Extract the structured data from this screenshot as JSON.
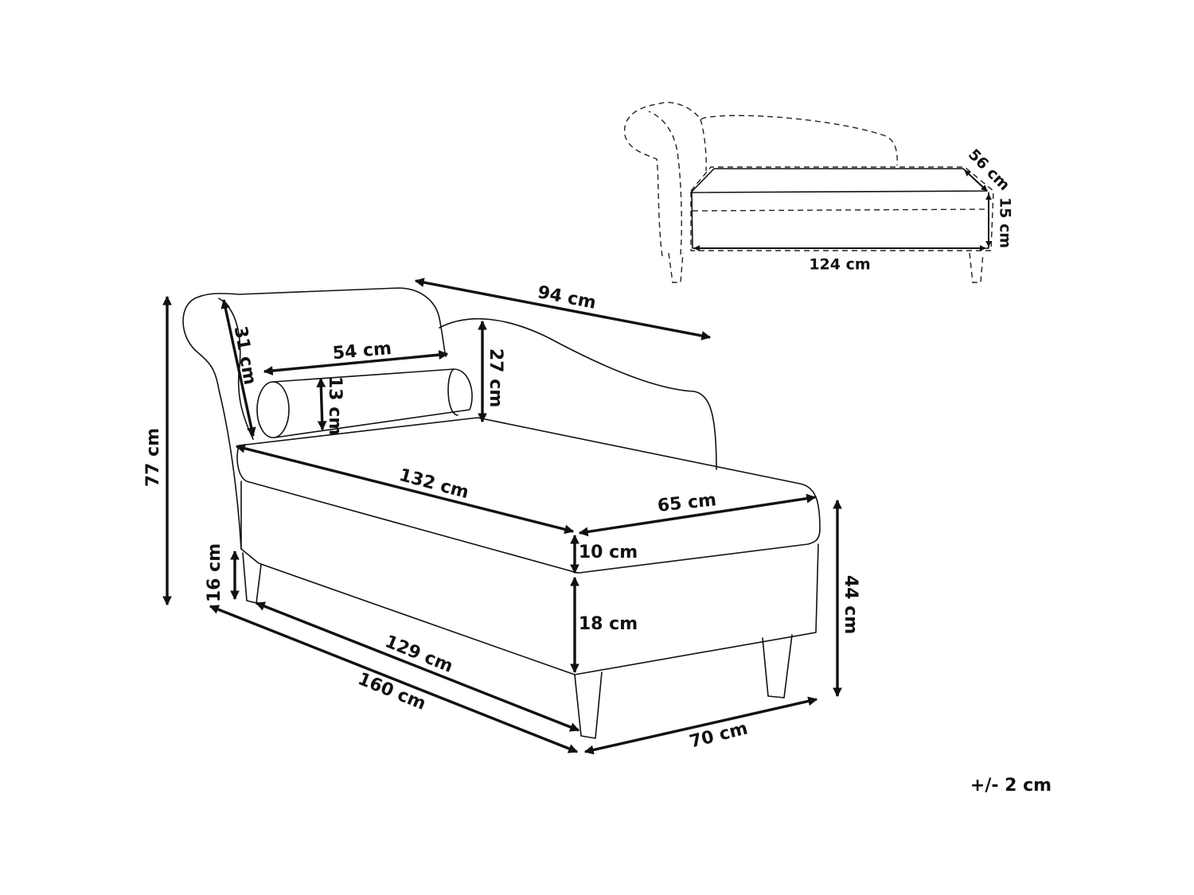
{
  "title": "Chaise longue dimensions",
  "dimensions": {
    "overall_depth": "94 cm",
    "armrest_width": "31 cm",
    "bolster_length": "54 cm",
    "bolster_diameter": "13 cm",
    "backrest_height": "27 cm",
    "seat_length": "132 cm",
    "seat_depth": "65 cm",
    "cushion_thickness": "10 cm",
    "base_height": "18 cm",
    "seat_height": "44 cm",
    "overall_height": "77 cm",
    "leg_height": "16 cm",
    "leg_span": "129 cm",
    "overall_length": "160 cm",
    "overall_width": "70 cm"
  },
  "storage_inset": {
    "depth": "56 cm",
    "height": "15 cm",
    "length": "124 cm"
  },
  "tolerance": "+/- 2 cm"
}
